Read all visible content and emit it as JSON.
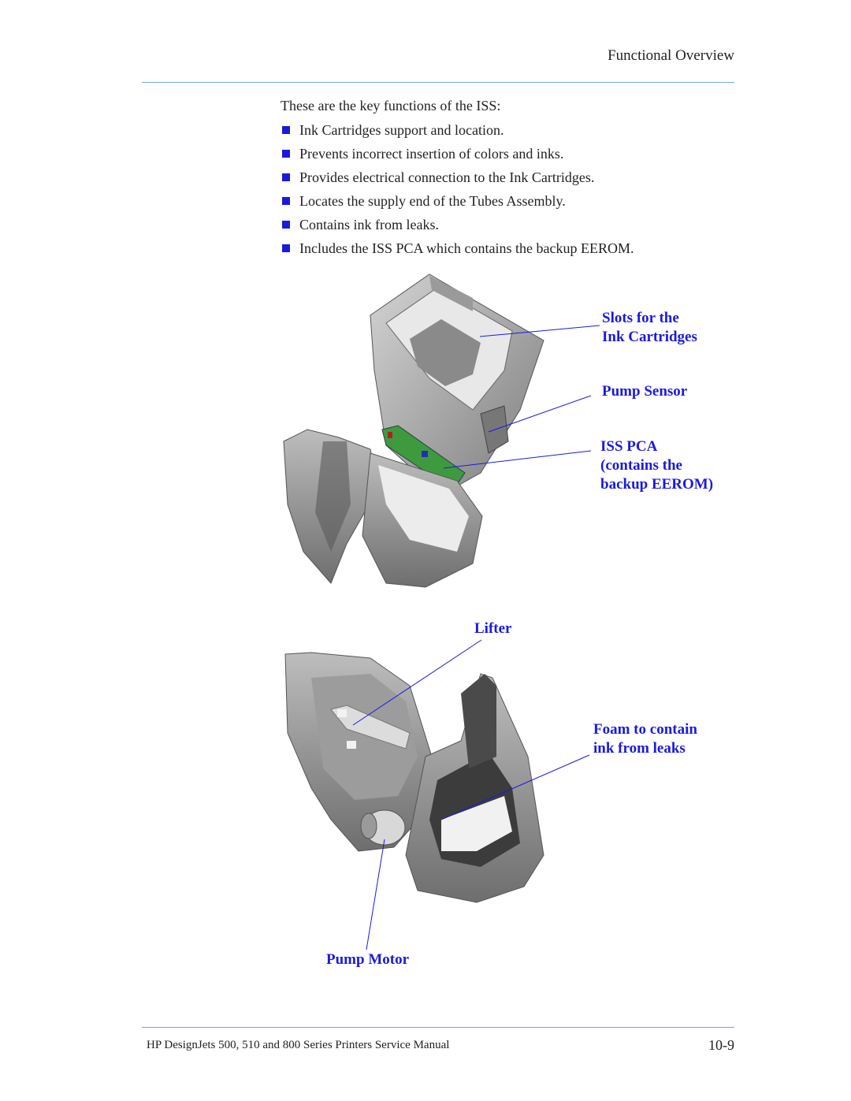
{
  "header": {
    "title": "Functional Overview"
  },
  "intro": "These are the key functions of the ISS:",
  "bullets": [
    "Ink Cartridges support and location.",
    "Prevents incorrect insertion of colors and inks.",
    "Provides electrical connection to the Ink Cartridges.",
    "Locates the supply end of the Tubes Assembly.",
    "Contains ink from leaks.",
    "Includes the ISS PCA which contains the backup EEROM."
  ],
  "figure1": {
    "callouts": {
      "slots": "Slots for the\nInk Cartridges",
      "pump_sensor": "Pump Sensor",
      "iss_pca": "ISS PCA\n(contains the\nbackup EEROM)"
    }
  },
  "figure2": {
    "callouts": {
      "lifter": "Lifter",
      "foam": "Foam to contain\nink from leaks",
      "pump_motor": "Pump Motor"
    }
  },
  "footer": {
    "text": "HP DesignJets 500, 510 and 800 Series Printers Service Manual",
    "page_number": "10-9"
  },
  "colors": {
    "callout": "#1a1ae0",
    "rule": "#7aa2e8",
    "bullet": "#1a1ad8"
  }
}
